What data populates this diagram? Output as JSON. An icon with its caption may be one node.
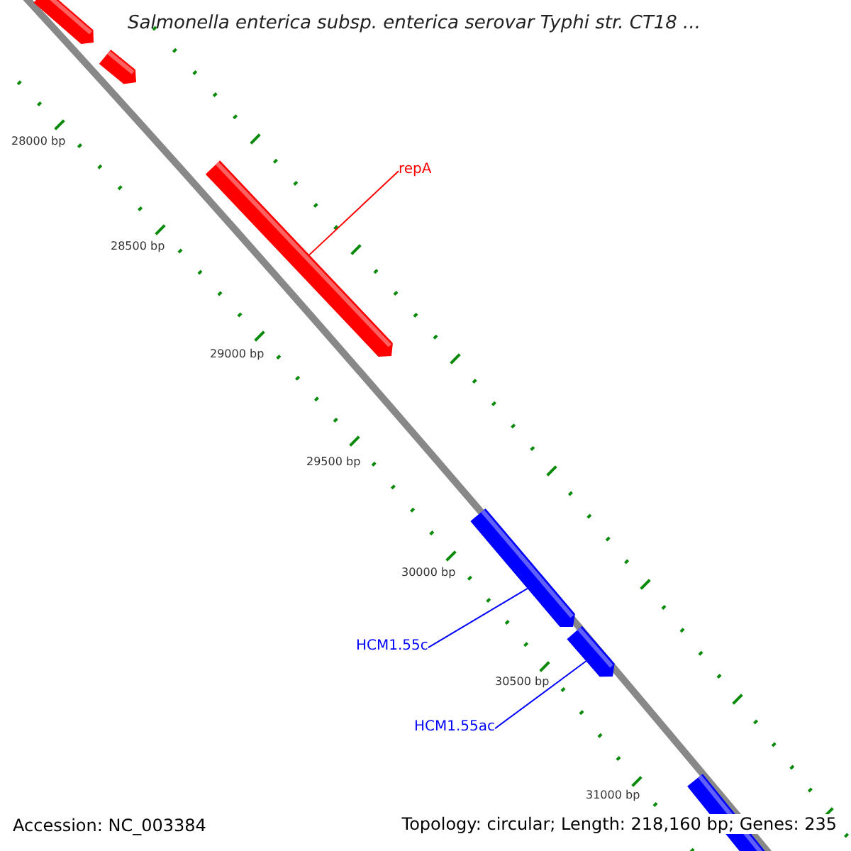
{
  "diagram": {
    "title": "Salmonella enterica subsp. enterica serovar Typhi str. CT18 ...",
    "nodes": [
      {
        "text": [
          "repA"
        ]
      },
      {
        "text": [],
        "shape": "bar"
      },
      {
        "text": [
          "HCM1.55c"
        ]
      },
      {
        "text": [],
        "shape": "bar"
      },
      {
        "text": [
          "HCM1.55ac"
        ]
      },
      {
        "text": [],
        "shape": "bar"
      }
    ],
    "edges": [
      {
        "from": 0,
        "to": 1,
        "arrow": "none",
        "color": "#ff0000"
      },
      {
        "from": 2,
        "to": 3,
        "arrow": "none",
        "color": "#0000ff"
      },
      {
        "from": 4,
        "to": 5,
        "arrow": "none",
        "color": "#0000ff"
      }
    ],
    "labels": [
      "28000 bp",
      "28500 bp",
      "29000 bp",
      "29500 bp",
      "30000 bp",
      "30500 bp",
      "31000 bp",
      "Accession: NC_003384",
      "Topology: circular; Length: 218,160 bp; Genes: 235"
    ]
  }
}
